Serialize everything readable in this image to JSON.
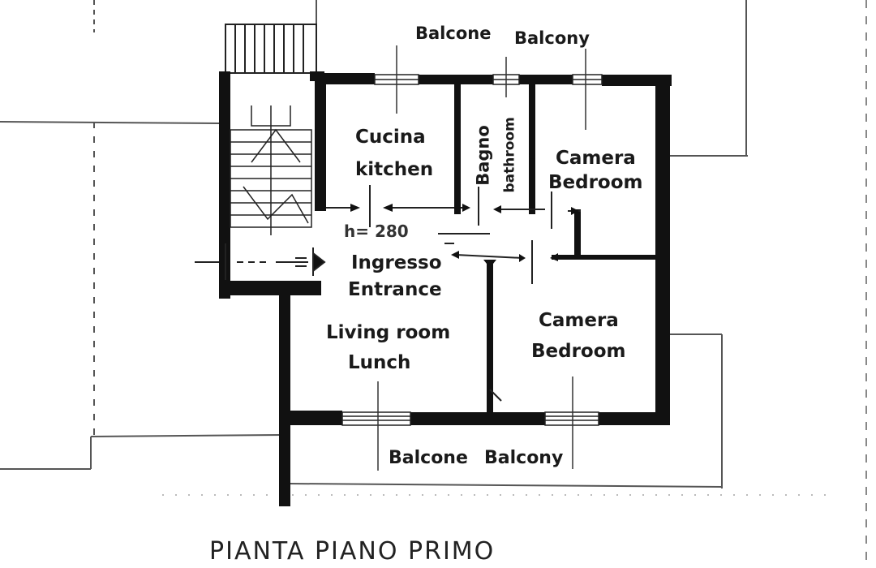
{
  "labels": {
    "balcone_top": "Balcone",
    "balcony_top": "Balcony",
    "cucina": "Cucina",
    "kitchen": "kitchen",
    "bagno": "Bagno",
    "bathroom": "bathroom",
    "camera_top": "Camera",
    "bedroom_top": "Bedroom",
    "height": "h= 280",
    "ingresso": "Ingresso",
    "entrance": "Entrance",
    "living": "Living room",
    "lunch": "Lunch",
    "camera_bottom": "Camera",
    "bedroom_bottom": "Bedroom",
    "balcone_bottom": "Balcone",
    "balcony_bottom": "Balcony"
  },
  "caption": "PIANTA PIANO PRIMO",
  "colors": {
    "wall": "#111111",
    "line": "#333333",
    "text": "#1a1a1a"
  }
}
